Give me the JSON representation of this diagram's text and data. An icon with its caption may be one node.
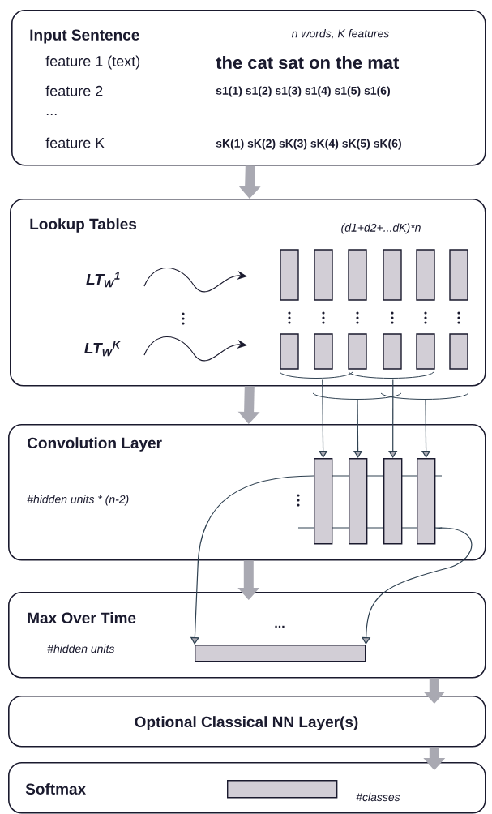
{
  "diagram": {
    "nodes": [
      {
        "text": [
          "Input Sentence",
          "n words, K features",
          "feature 1 (text)",
          "the cat sat on the mat",
          "feature 2",
          "s1(1) s1(2) s1(3) s1(4) s1(5) s1(6)",
          "...",
          "feature K",
          "sK(1) sK(2) sK(3) sK(4) sK(5) sK(6)"
        ]
      },
      {
        "text": [
          "Lookup Tables",
          "(d1+d2+...dK)*n"
        ]
      },
      {
        "text": [
          "LT$_{W}$$^{1}$"
        ],
        "in": 1
      },
      {
        "text": [
          "LT$_{W}$$^{K}$"
        ],
        "in": 1
      },
      {
        "text": [
          "Convolution Layer",
          "#hidden units * (n-2)"
        ]
      },
      {
        "text": [
          "Max Over Time",
          "#hidden units",
          "..."
        ]
      },
      {
        "text": [
          "Optional Classical NN Layer(s)"
        ]
      },
      {
        "text": [
          "Softmax",
          "#classes"
        ]
      },
      {
        "text": [],
        "shape": "bar",
        "in": 4
      },
      {
        "text": [],
        "shape": "bar",
        "in": 4
      },
      {
        "text": [],
        "shape": "bar",
        "in": 4
      },
      {
        "text": [],
        "shape": "bar",
        "in": 4
      },
      {
        "text": [],
        "shape": "bar",
        "in": 5
      },
      {
        "text": [],
        "shape": "bar",
        "in": 7
      }
    ],
    "edges": [
      {
        "from": 0,
        "to": 1,
        "arrow": "to",
        "style": "thick",
        "color": "#a9a9b2"
      },
      {
        "from": 1,
        "to": 4,
        "arrow": "to",
        "style": "thick",
        "color": "#a9a9b2"
      },
      {
        "from": 4,
        "to": 5,
        "arrow": "to",
        "style": "thick",
        "color": "#a9a9b2"
      },
      {
        "from": 5,
        "to": 6,
        "arrow": "to",
        "style": "thick",
        "color": "#a9a9b2"
      },
      {
        "from": 6,
        "to": 7,
        "arrow": "to",
        "style": "thick",
        "color": "#a9a9b2"
      },
      {
        "from": 2,
        "to": null,
        "arrow": "to",
        "color": "#1a1a2e"
      },
      {
        "from": 3,
        "to": null,
        "arrow": "to",
        "color": "#1a1a2e"
      },
      {
        "from": 1,
        "to": 8,
        "arrow": "to",
        "color": "#2e4050"
      },
      {
        "from": null,
        "to": 9,
        "arrow": "to",
        "color": "#2e4050"
      },
      {
        "from": 1,
        "to": 10,
        "arrow": "to",
        "color": "#2e4050"
      },
      {
        "from": null,
        "to": 11,
        "arrow": "to",
        "color": "#2e4050"
      },
      {
        "from": 8,
        "to": 12,
        "arrow": "to",
        "color": "#2e4050"
      },
      {
        "from": 11,
        "to": 12,
        "arrow": "to",
        "color": "#2e4050"
      }
    ]
  }
}
